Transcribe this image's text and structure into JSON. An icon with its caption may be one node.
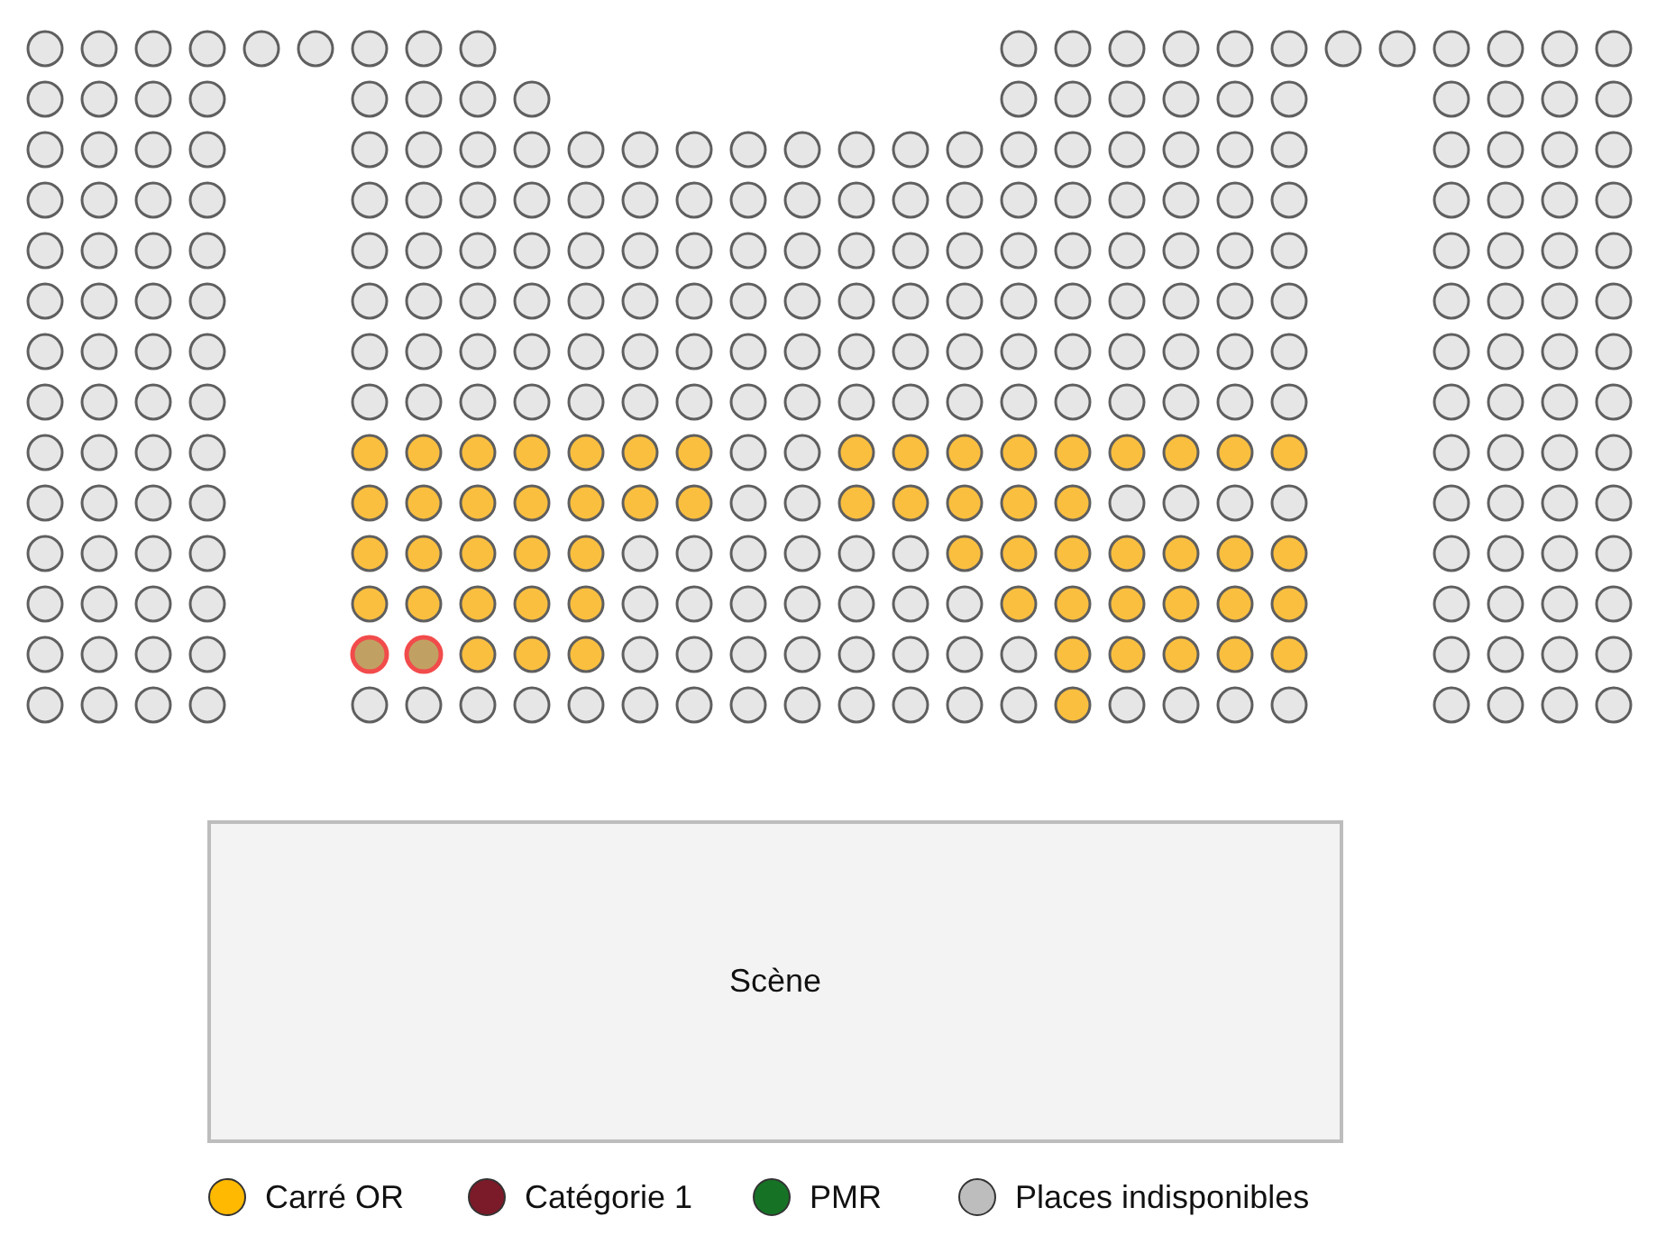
{
  "diagram": {
    "nodes": [
      {
        "text": [
          "Scène"
        ]
      }
    ],
    "edges": [],
    "legend": [
      {
        "text": "Carré OR",
        "color": "#ffb900"
      },
      {
        "text": "Catégorie 1",
        "color": "#7b1a28"
      },
      {
        "text": "PMR",
        "color": "#167326"
      },
      {
        "text": "Places indisponibles",
        "color": "#bdbdbd"
      }
    ]
  }
}
